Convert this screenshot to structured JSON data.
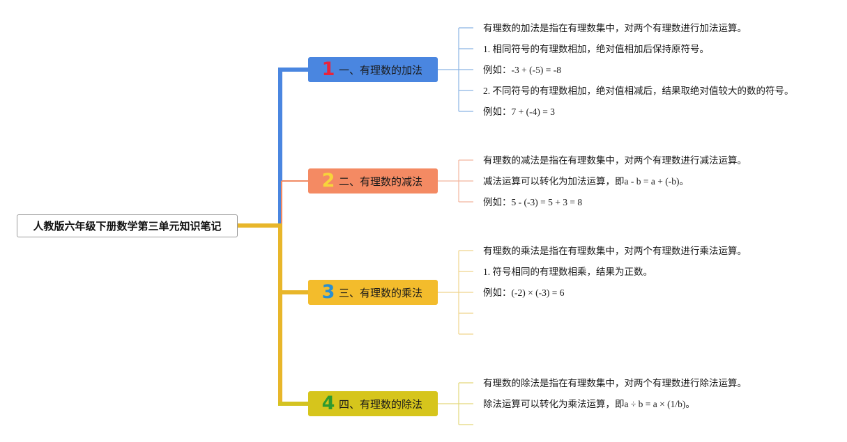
{
  "root": {
    "title": "人教版六年级下册数学第三单元知识笔记"
  },
  "branches": [
    {
      "num": "1",
      "label": "一、有理数的加法",
      "bg": "#4a86e0",
      "num_color": "#e8243c",
      "line_color": "#4a86e0",
      "leaf_line": "#8ab4e4",
      "leaves": [
        "有理数的加法是指在有理数集中，对两个有理数进行加法运算。",
        "1. 相同符号的有理数相加，绝对值相加后保持原符号。",
        "例如：-3 + (-5) = -8",
        "2. 不同符号的有理数相加，绝对值相减后，结果取绝对值较大的数的符号。",
        "例如：7 + (-4) = 3"
      ]
    },
    {
      "num": "2",
      "label": "二、有理数的减法",
      "bg": "#f48a63",
      "num_color": "#f7d43b",
      "line_color": "#f08a64",
      "leaf_line": "#f2b59e",
      "leaves": [
        "有理数的减法是指在有理数集中，对两个有理数进行减法运算。",
        "减法运算可以转化为加法运算，即a - b = a + (-b)。",
        "例如：5 - (-3) = 5 + 3 = 8"
      ]
    },
    {
      "num": "3",
      "label": "三、有理数的乘法",
      "bg": "#f3bc2c",
      "num_color": "#2a8fd0",
      "line_color": "#e8b62a",
      "leaf_line": "#efd48c",
      "leaves": [
        "有理数的乘法是指在有理数集中，对两个有理数进行乘法运算。",
        "1. 符号相同的有理数相乘，结果为正数。",
        "例如：(-2) × (-3) = 6",
        "",
        ""
      ]
    },
    {
      "num": "4",
      "label": "四、有理数的除法",
      "bg": "#d6c51c",
      "num_color": "#2f9a2f",
      "line_color": "#d4c321",
      "leaf_line": "#e3d87a",
      "leaves": [
        "有理数的除法是指在有理数集中，对两个有理数进行除法运算。",
        "除法运算可以转化为乘法运算，即a ÷ b = a × (1/b)。",
        ""
      ]
    }
  ]
}
